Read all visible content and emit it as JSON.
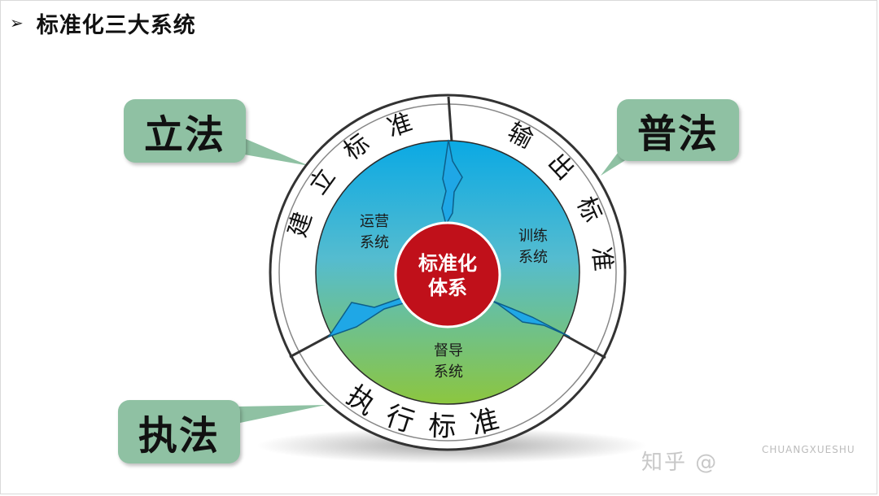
{
  "slide": {
    "title_marker": "➢",
    "title": "标准化三大系统"
  },
  "tags": {
    "lifa": "立法",
    "pufa": "普法",
    "zhifa": "执法"
  },
  "ring": {
    "establish": "建立标准",
    "output": "输出标准",
    "execute": "执行标准"
  },
  "inner": {
    "operation": [
      "运营",
      "系统"
    ],
    "training": [
      "训练",
      "系统"
    ],
    "supervision": [
      "督导",
      "系统"
    ]
  },
  "center": [
    "标准化",
    "体系"
  ],
  "colors": {
    "tag_fill": "#8fc1a3",
    "center_fill": "#c0101a",
    "gradient_top": "#0aa9e4",
    "gradient_bottom": "#8cc63f",
    "arrow_fill": "#1fa7e6"
  },
  "watermark": {
    "text": "知乎 @",
    "small": "CHUANGXUESHU"
  }
}
